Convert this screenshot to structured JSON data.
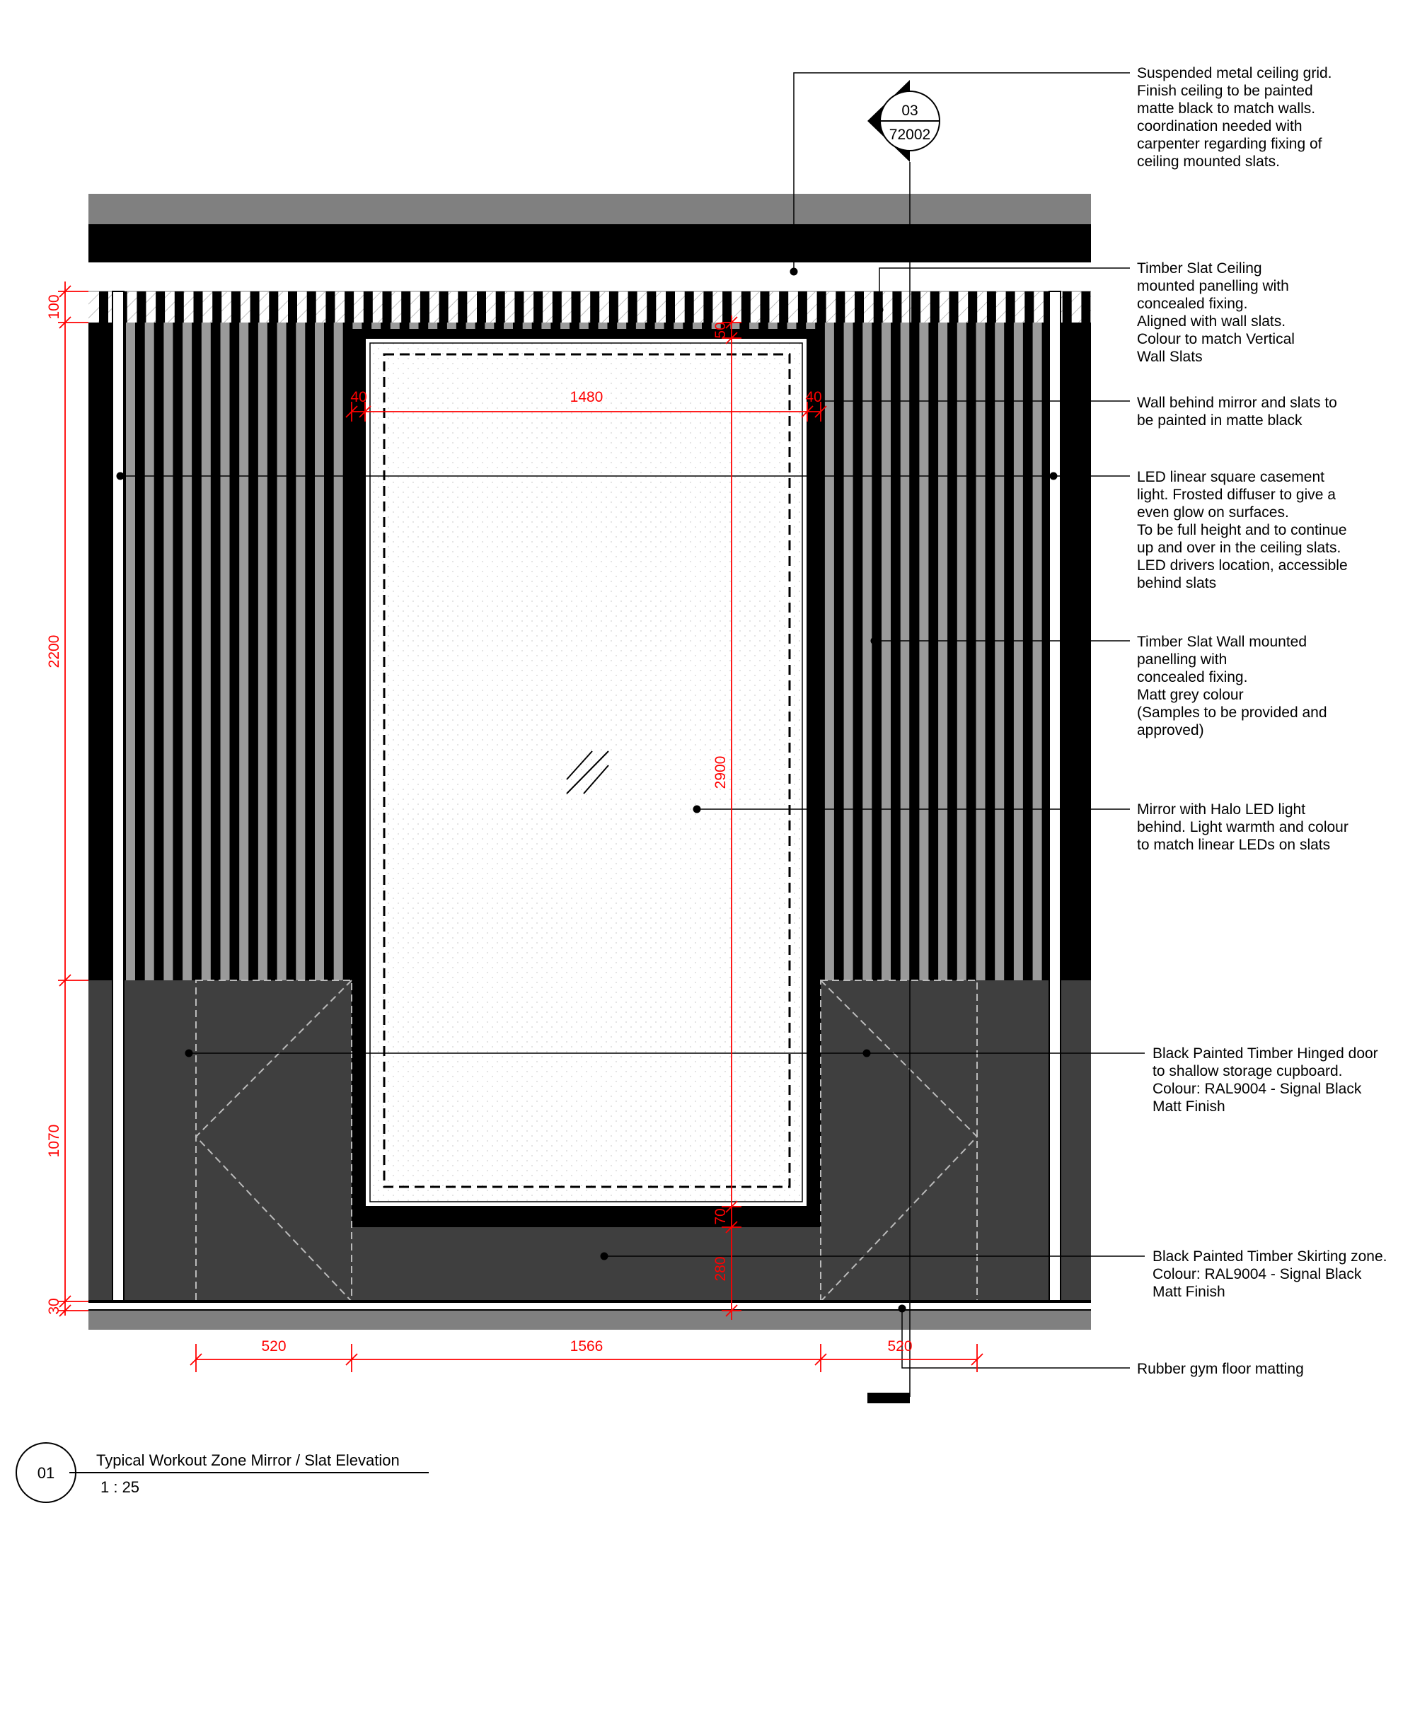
{
  "section_marker": {
    "number": "03",
    "sheet": "72002"
  },
  "notes": [
    {
      "lines": [
        "Suspended metal ceiling grid.",
        "Finish ceiling to be painted",
        "matte black to match walls.",
        "coordination needed with",
        "carpenter regarding fixing of",
        "ceiling mounted slats."
      ]
    },
    {
      "lines": [
        "Timber Slat Ceiling",
        "mounted panelling with",
        "concealed fixing.",
        "Aligned with wall slats.",
        "Colour to match Vertical",
        "Wall Slats"
      ]
    },
    {
      "lines": [
        "Wall behind mirror and slats to",
        "be painted in matte black"
      ]
    },
    {
      "lines": [
        "LED linear square casement",
        "light. Frosted diffuser to give a",
        "even glow on surfaces.",
        "To be full height and to continue",
        "up and over in the ceiling slats.",
        "LED drivers location, accessible",
        "behind slats"
      ]
    },
    {
      "lines": [
        "Timber Slat Wall mounted",
        "panelling with",
        "concealed fixing.",
        "Matt grey colour",
        "(Samples to be provided and",
        "approved)"
      ]
    },
    {
      "lines": [
        "Mirror with Halo LED light",
        "behind. Light warmth and colour",
        "to match linear LEDs on slats"
      ]
    },
    {
      "lines": [
        "Black Painted Timber Hinged door",
        "to shallow storage cupboard.",
        "Colour: RAL9004 - Signal Black",
        "Matt Finish"
      ]
    },
    {
      "lines": [
        "Black Painted Timber Skirting zone.",
        "Colour: RAL9004 - Signal Black",
        "Matt Finish"
      ]
    },
    {
      "lines": [
        "Rubber gym floor matting"
      ]
    }
  ],
  "dimensions": {
    "ceiling_zone": "100",
    "wall_height": "2200",
    "cupboard_height": "1070",
    "skirting_gap": "30",
    "mirror_top": "50",
    "mirror_frame_left": "40",
    "mirror_width": "1480",
    "mirror_frame_right": "40",
    "mirror_height": "2900",
    "mirror_bottom": "70",
    "skirting_height": "280",
    "cupboard_left_width": "520",
    "center_width": "1566",
    "cupboard_right_width": "520"
  },
  "title_block": {
    "number": "01",
    "title": "Typical Workout Zone Mirror / Slat Elevation",
    "scale": "1 : 25"
  },
  "colors": {
    "ceiling_grey": "#808080",
    "wall_black": "#000000",
    "slat_grey": "#9a9a9a",
    "cupboard_dark": "#3f3f3f",
    "dimension_red": "#ff0000"
  }
}
